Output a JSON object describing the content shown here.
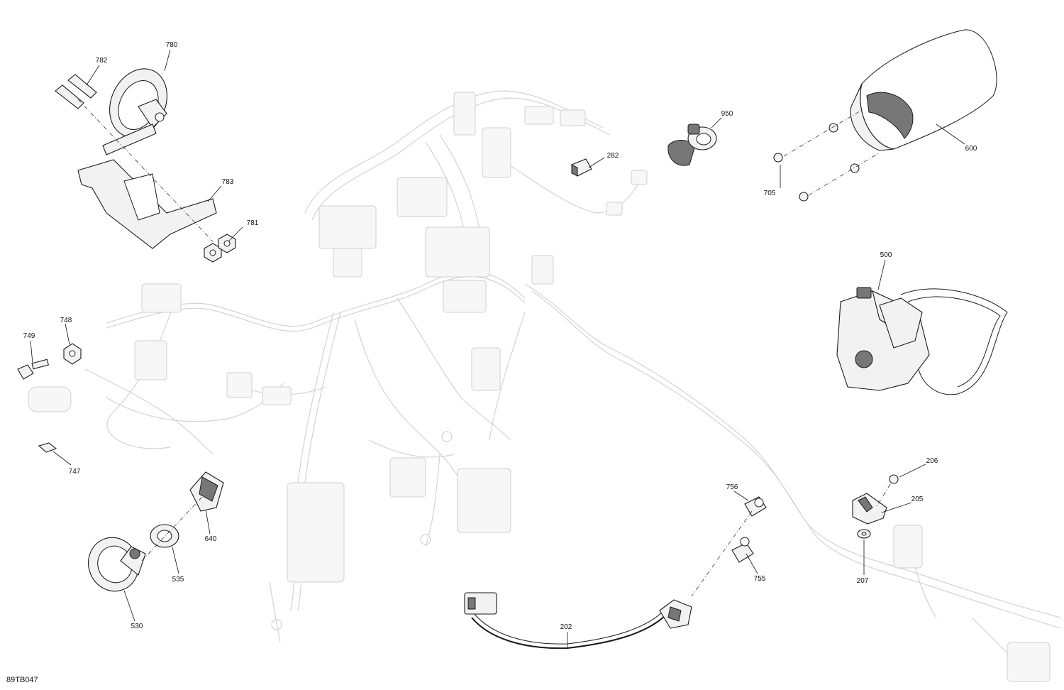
{
  "diagram": {
    "reference_code": "89TB047",
    "callouts": [
      {
        "id": "c780",
        "label": "780"
      },
      {
        "id": "c782",
        "label": "782"
      },
      {
        "id": "c783",
        "label": "783"
      },
      {
        "id": "c781",
        "label": "781"
      },
      {
        "id": "c282",
        "label": "282"
      },
      {
        "id": "c950",
        "label": "950"
      },
      {
        "id": "c600",
        "label": "600"
      },
      {
        "id": "c705",
        "label": "705"
      },
      {
        "id": "c500",
        "label": "500"
      },
      {
        "id": "c748",
        "label": "748"
      },
      {
        "id": "c749",
        "label": "749"
      },
      {
        "id": "c747",
        "label": "747"
      },
      {
        "id": "c640",
        "label": "640"
      },
      {
        "id": "c535",
        "label": "535"
      },
      {
        "id": "c530",
        "label": "530"
      },
      {
        "id": "c756",
        "label": "756"
      },
      {
        "id": "c755",
        "label": "755"
      },
      {
        "id": "c202",
        "label": "202"
      },
      {
        "id": "c206",
        "label": "206"
      },
      {
        "id": "c205",
        "label": "205"
      },
      {
        "id": "c207",
        "label": "207"
      }
    ]
  }
}
